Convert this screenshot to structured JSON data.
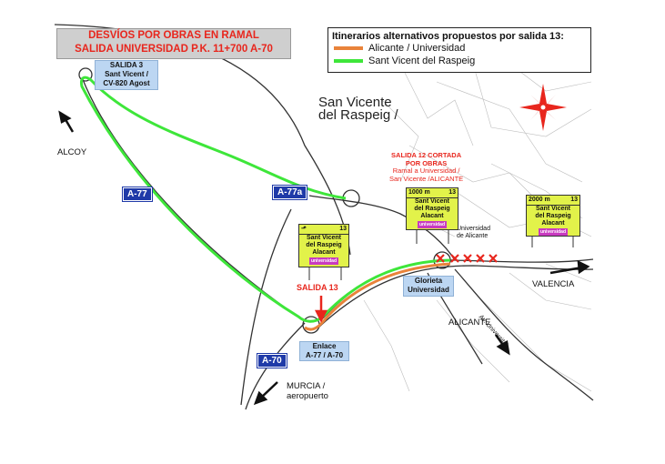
{
  "title": {
    "line1": "DESVÍOS POR OBRAS EN RAMAL",
    "line2": "SALIDA UNIVERSIDAD P.K. 11+700 A-70"
  },
  "legend": {
    "title": "Itinerarios alternativos propuestos por salida 13:",
    "items": [
      {
        "label": "Alicante / Universidad",
        "color": "#e9833a"
      },
      {
        "label": "Sant Vicent del Raspeig",
        "color": "#3ee63a"
      }
    ]
  },
  "colors": {
    "road": "#333333",
    "closure": "#e8261d",
    "shield": "#1f3aa8",
    "callout": "#bcd6f2",
    "sign": "#e2f24a"
  },
  "callouts": {
    "salida3": {
      "line1": "SALIDA 3",
      "line2": "Sant Vicent /",
      "line3": "CV-820 Agost"
    },
    "glorieta": {
      "line1": "Glorieta",
      "line2": "Universidad"
    },
    "enlace": {
      "line1": "Enlace",
      "line2": "A-77 / A-70"
    }
  },
  "shields": {
    "a77": "A-77",
    "a77a": "A-77a",
    "a70": "A-70"
  },
  "places": {
    "alcoy": "ALCOY",
    "valencia": "VALENCIA",
    "alicante": "ALICANTE",
    "murcia_line1": "MURCIA /",
    "murcia_line2": "aeropuerto",
    "san_vicente_line1": "San Vicente",
    "san_vicente_line2": "del Raspeig /",
    "universidad_line1": "Universidad",
    "universidad_line2": "de Alicante",
    "avenida": "Av. Universitat"
  },
  "salida12": {
    "line1": "SALIDA 12 CORTADA",
    "line2": "POR OBRAS",
    "line3": "Ramal a Universidad /",
    "line4": "San Vicente /ALICANTE"
  },
  "salida13": "SALIDA 13",
  "signs": {
    "sign1": {
      "top_left": "",
      "top_right": "13",
      "line1": "Sant Vicent",
      "line2": "del Raspeig",
      "line3": "Alacant",
      "tag": "universidad"
    },
    "sign2": {
      "top_left": "1000 m",
      "top_right": "13",
      "line1": "Sant Vicent",
      "line2": "del Raspeig",
      "line3": "Alacant",
      "tag": "universidad"
    },
    "sign3": {
      "top_left": "2000 m",
      "top_right": "13",
      "line1": "Sant Vicent",
      "line2": "del Raspeig",
      "line3": "Alacant",
      "tag": "universidad"
    }
  }
}
